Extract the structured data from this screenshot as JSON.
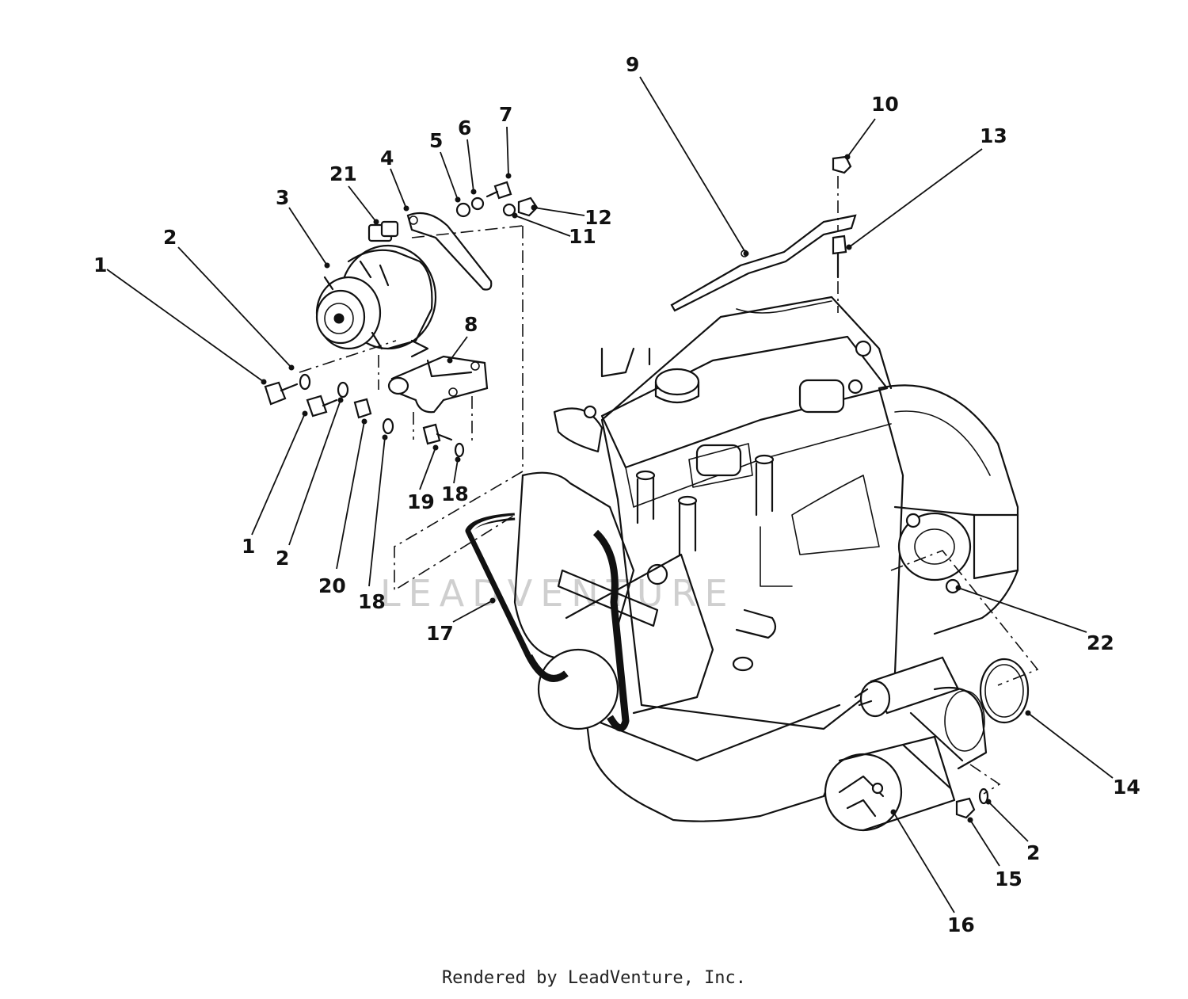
{
  "watermark": "LEADVENTURE",
  "credit": "Rendered by LeadVenture, Inc.",
  "callouts": [
    {
      "id": "c1a",
      "label": "1"
    },
    {
      "id": "c2a",
      "label": "2"
    },
    {
      "id": "c3",
      "label": "3"
    },
    {
      "id": "c21",
      "label": "21"
    },
    {
      "id": "c4",
      "label": "4"
    },
    {
      "id": "c5",
      "label": "5"
    },
    {
      "id": "c6",
      "label": "6"
    },
    {
      "id": "c7",
      "label": "7"
    },
    {
      "id": "c12",
      "label": "12"
    },
    {
      "id": "c11",
      "label": "11"
    },
    {
      "id": "c8",
      "label": "8"
    },
    {
      "id": "c1b",
      "label": "1"
    },
    {
      "id": "c2b",
      "label": "2"
    },
    {
      "id": "c20",
      "label": "20"
    },
    {
      "id": "c18a",
      "label": "18"
    },
    {
      "id": "c19",
      "label": "19"
    },
    {
      "id": "c18b",
      "label": "18"
    },
    {
      "id": "c17",
      "label": "17"
    },
    {
      "id": "c9",
      "label": "9"
    },
    {
      "id": "c10",
      "label": "10"
    },
    {
      "id": "c13",
      "label": "13"
    },
    {
      "id": "c22",
      "label": "22"
    },
    {
      "id": "c14",
      "label": "14"
    },
    {
      "id": "c2c",
      "label": "2"
    },
    {
      "id": "c15",
      "label": "15"
    },
    {
      "id": "c16",
      "label": "16"
    }
  ]
}
